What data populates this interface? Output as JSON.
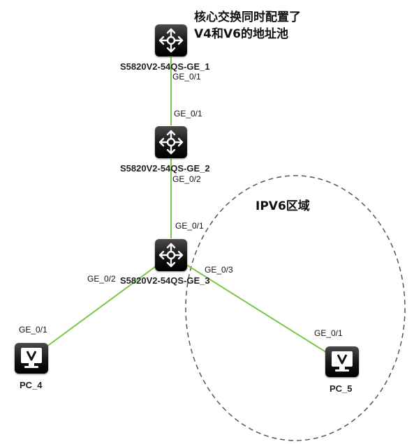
{
  "annotations": {
    "core_note_line1": "核心交换同时配置了",
    "core_note_line2": "V4和V6的地址池",
    "ipv6_zone": "IPV6区域"
  },
  "devices": {
    "sw1": "S5820V2-54QS-GE_1",
    "sw2": "S5820V2-54QS-GE_2",
    "sw3": "S5820V2-54QS-GE_3",
    "pc4": "PC_4",
    "pc5": "PC_5"
  },
  "ports": {
    "sw1_down": "GE_0/1",
    "sw2_up": "GE_0/1",
    "sw2_down": "GE_0/2",
    "sw3_up": "GE_0/1",
    "sw3_left": "GE_0/2",
    "sw3_right": "GE_0/3",
    "pc4_port": "GE_0/1",
    "pc5_port": "GE_0/1"
  },
  "icons": {
    "switch": "router-arrows-icon",
    "pc": "monitor-v-icon"
  },
  "colors": {
    "link": "#7cc64a",
    "zone_border": "#555555",
    "device_fill": "#1a1a1a"
  }
}
